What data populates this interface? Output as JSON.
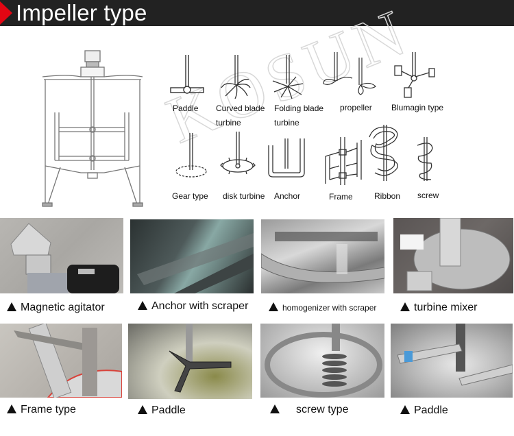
{
  "header": {
    "title": "Impeller type",
    "accent_color": "#e30613",
    "bar_color": "#222222"
  },
  "watermark": "KOSUN",
  "diagram": {
    "tank_alt": "agitator tank with frame impeller",
    "impellers": [
      {
        "id": "paddle",
        "label": "Paddle"
      },
      {
        "id": "curved-blade-turbine",
        "label": "Curved blade",
        "label2": "turbine"
      },
      {
        "id": "folding-blade-turbine",
        "label": "Folding blade",
        "label2": "turbine"
      },
      {
        "id": "propeller",
        "label": "propeller"
      },
      {
        "id": "blumagin-type",
        "label": "Blumagin type"
      },
      {
        "id": "gear-type",
        "label": "Gear type"
      },
      {
        "id": "disk-turbine",
        "label": "disk turbine"
      },
      {
        "id": "anchor",
        "label": "Anchor"
      },
      {
        "id": "frame",
        "label": "Frame"
      },
      {
        "id": "ribbon",
        "label": "Ribbon"
      },
      {
        "id": "screw",
        "label": "screw"
      }
    ]
  },
  "photos": [
    {
      "id": "magnetic-agitator",
      "caption": "Magnetic agitator"
    },
    {
      "id": "anchor-with-scraper",
      "caption": "Anchor with scraper"
    },
    {
      "id": "homogenizer-with-scraper",
      "caption": "homogenizer with scraper"
    },
    {
      "id": "turbine-mixer",
      "caption": "turbine mixer"
    },
    {
      "id": "frame-type",
      "caption": "Frame type"
    },
    {
      "id": "paddle-1",
      "caption": "Paddle"
    },
    {
      "id": "screw-type",
      "caption": "screw type"
    },
    {
      "id": "paddle-2",
      "caption": "Paddle"
    }
  ]
}
